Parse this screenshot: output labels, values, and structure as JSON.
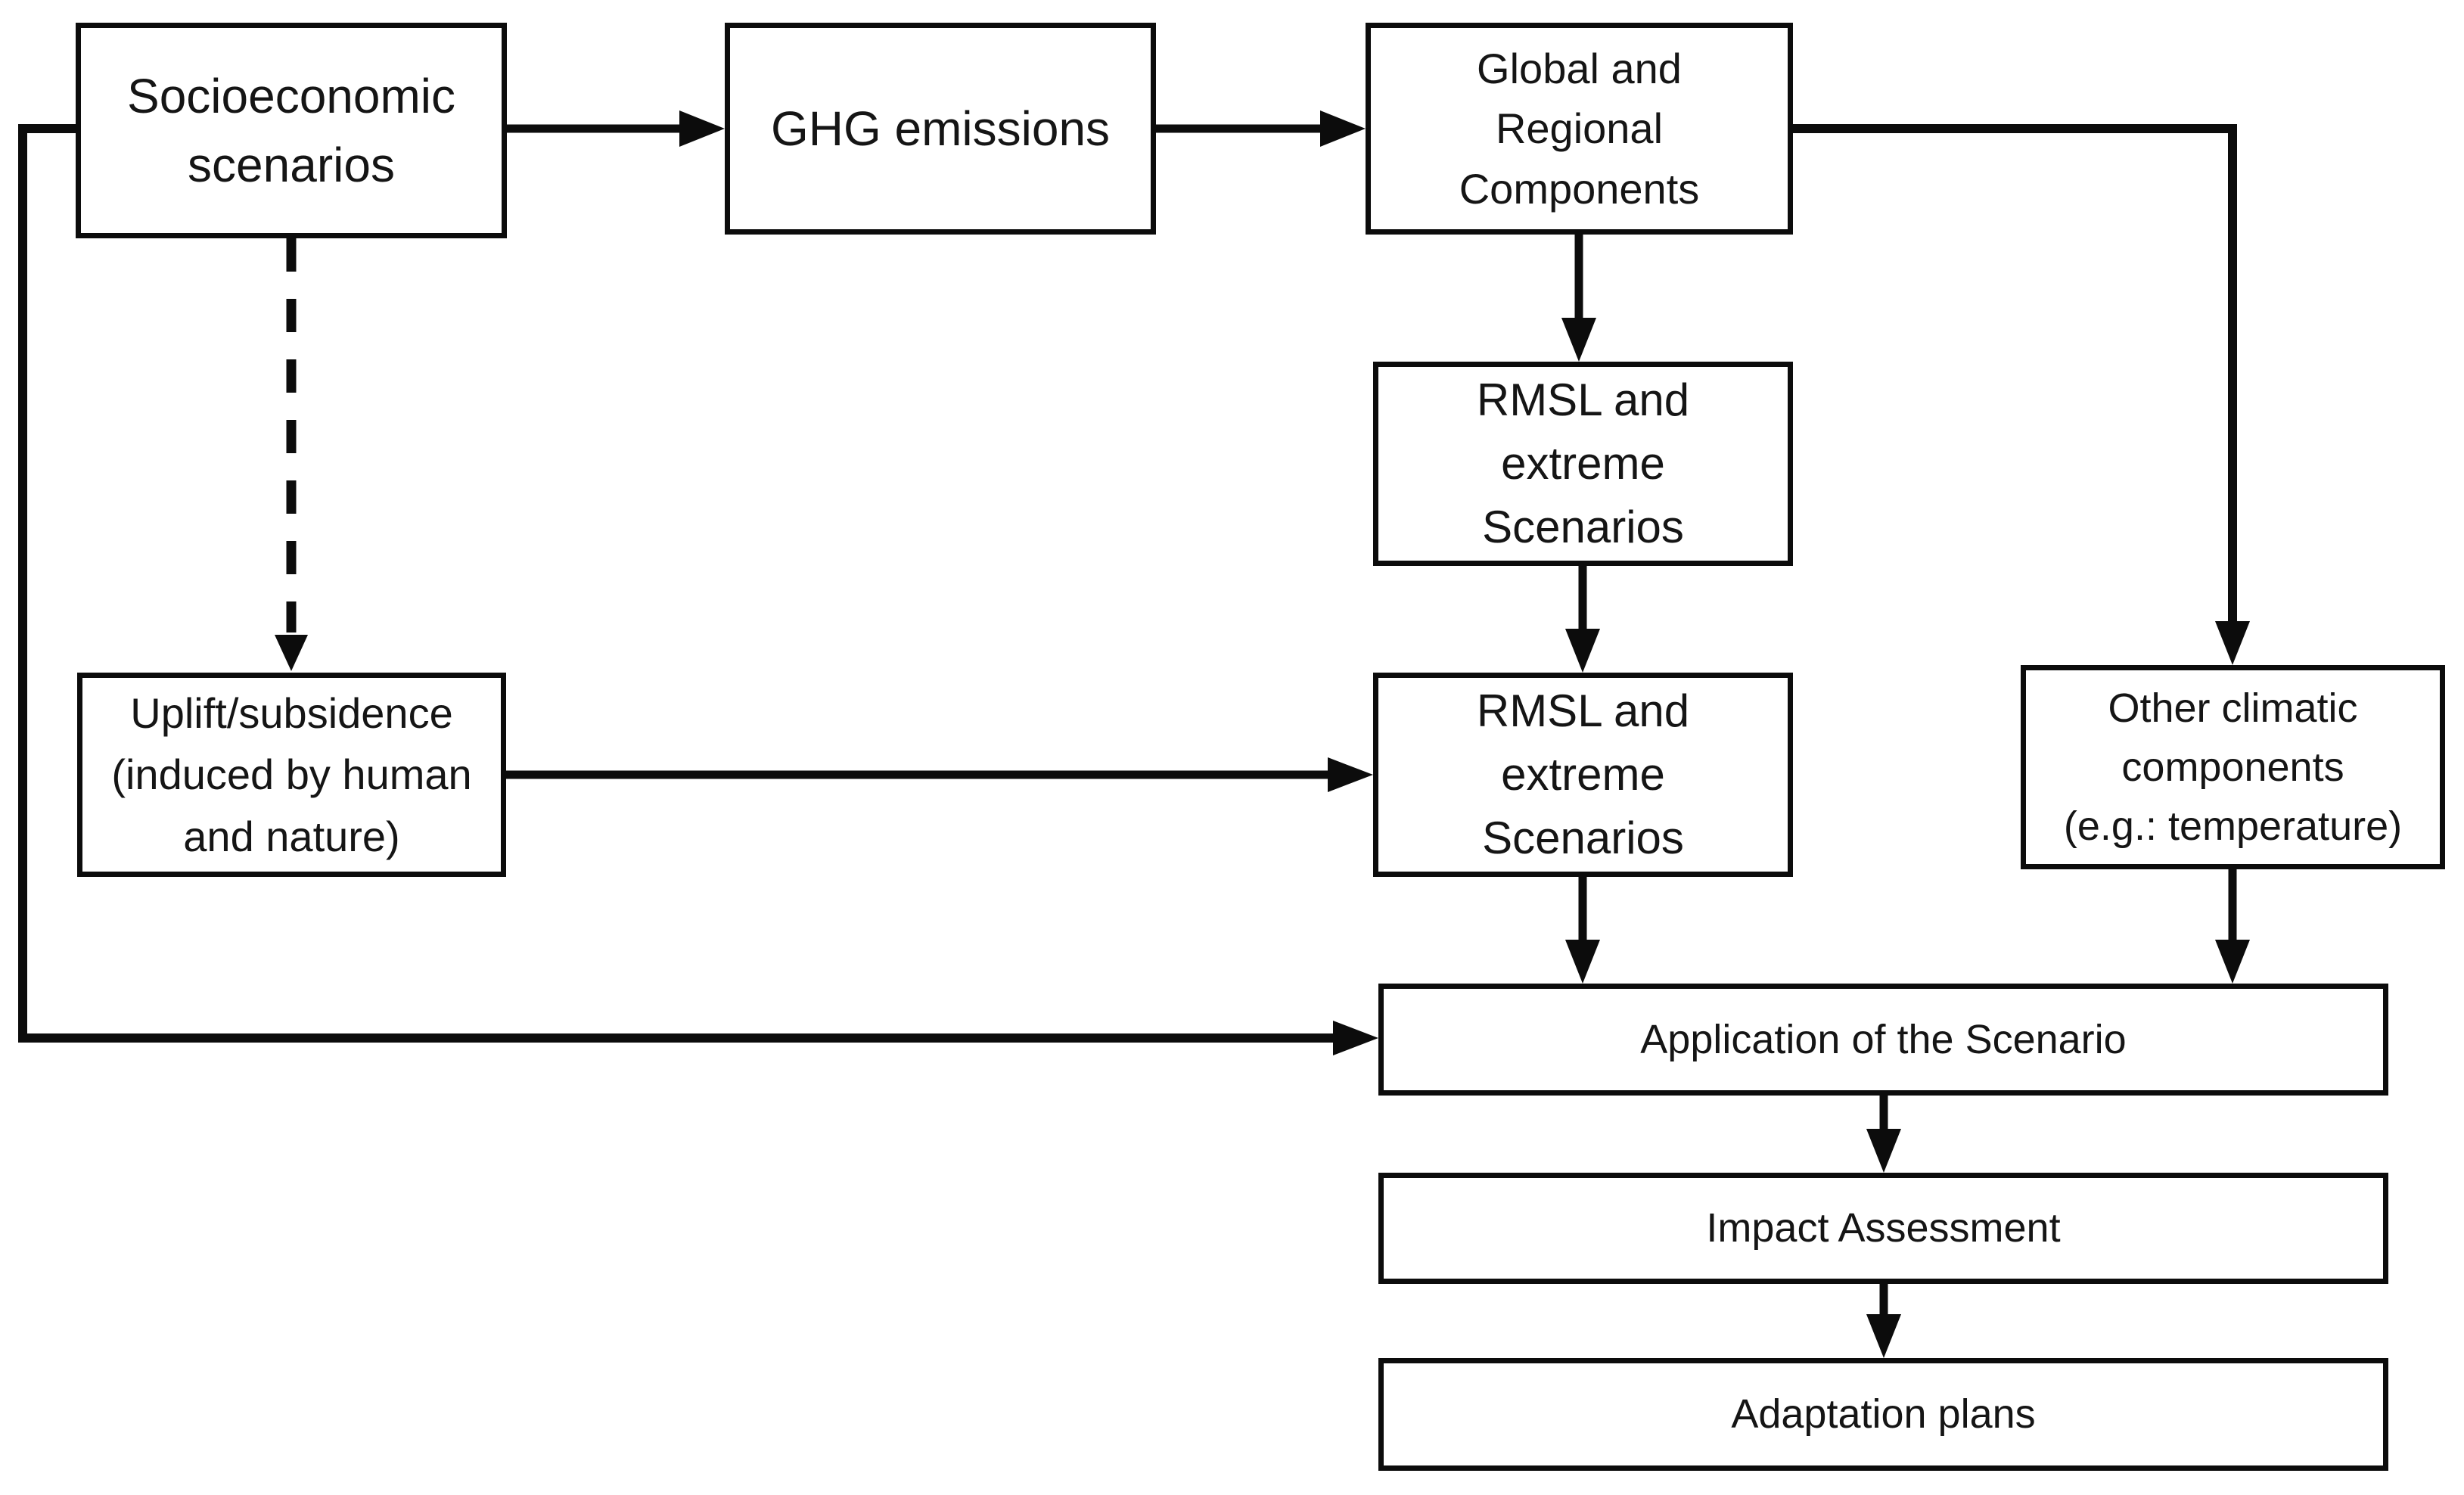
{
  "diagram": {
    "background_color": "#ffffff",
    "line_color": "#0c0c0c",
    "nodes": {
      "socioeconomic": {
        "label": "Socioeconomic\nscenarios"
      },
      "ghg": {
        "label": "GHG emissions"
      },
      "global_regional": {
        "label": "Global and\nRegional\nComponents"
      },
      "rmsl_top": {
        "label": "RMSL and\nextreme\nScenarios"
      },
      "rmsl_bottom": {
        "label": "RMSL and\nextreme\nScenarios"
      },
      "uplift": {
        "label": "Uplift/subsidence\n(induced by human\nand nature)"
      },
      "other_climatic": {
        "label": "Other climatic\ncomponents\n(e.g.: temperature)"
      },
      "application": {
        "label": "Application of the Scenario"
      },
      "impact": {
        "label": "Impact Assessment"
      },
      "adaptation": {
        "label": "Adaptation plans"
      }
    },
    "edges": [
      {
        "from": "socioeconomic",
        "to": "ghg",
        "style": "solid"
      },
      {
        "from": "ghg",
        "to": "global_regional",
        "style": "solid"
      },
      {
        "from": "global_regional",
        "to": "rmsl_top",
        "style": "solid"
      },
      {
        "from": "global_regional",
        "to": "other_climatic",
        "style": "solid"
      },
      {
        "from": "rmsl_top",
        "to": "rmsl_bottom",
        "style": "solid"
      },
      {
        "from": "socioeconomic",
        "to": "uplift",
        "style": "dashed"
      },
      {
        "from": "uplift",
        "to": "rmsl_bottom",
        "style": "solid"
      },
      {
        "from": "rmsl_bottom",
        "to": "application",
        "style": "solid"
      },
      {
        "from": "other_climatic",
        "to": "application",
        "style": "solid"
      },
      {
        "from": "socioeconomic",
        "to": "application",
        "style": "solid"
      },
      {
        "from": "application",
        "to": "impact",
        "style": "solid"
      },
      {
        "from": "impact",
        "to": "adaptation",
        "style": "solid"
      }
    ]
  }
}
